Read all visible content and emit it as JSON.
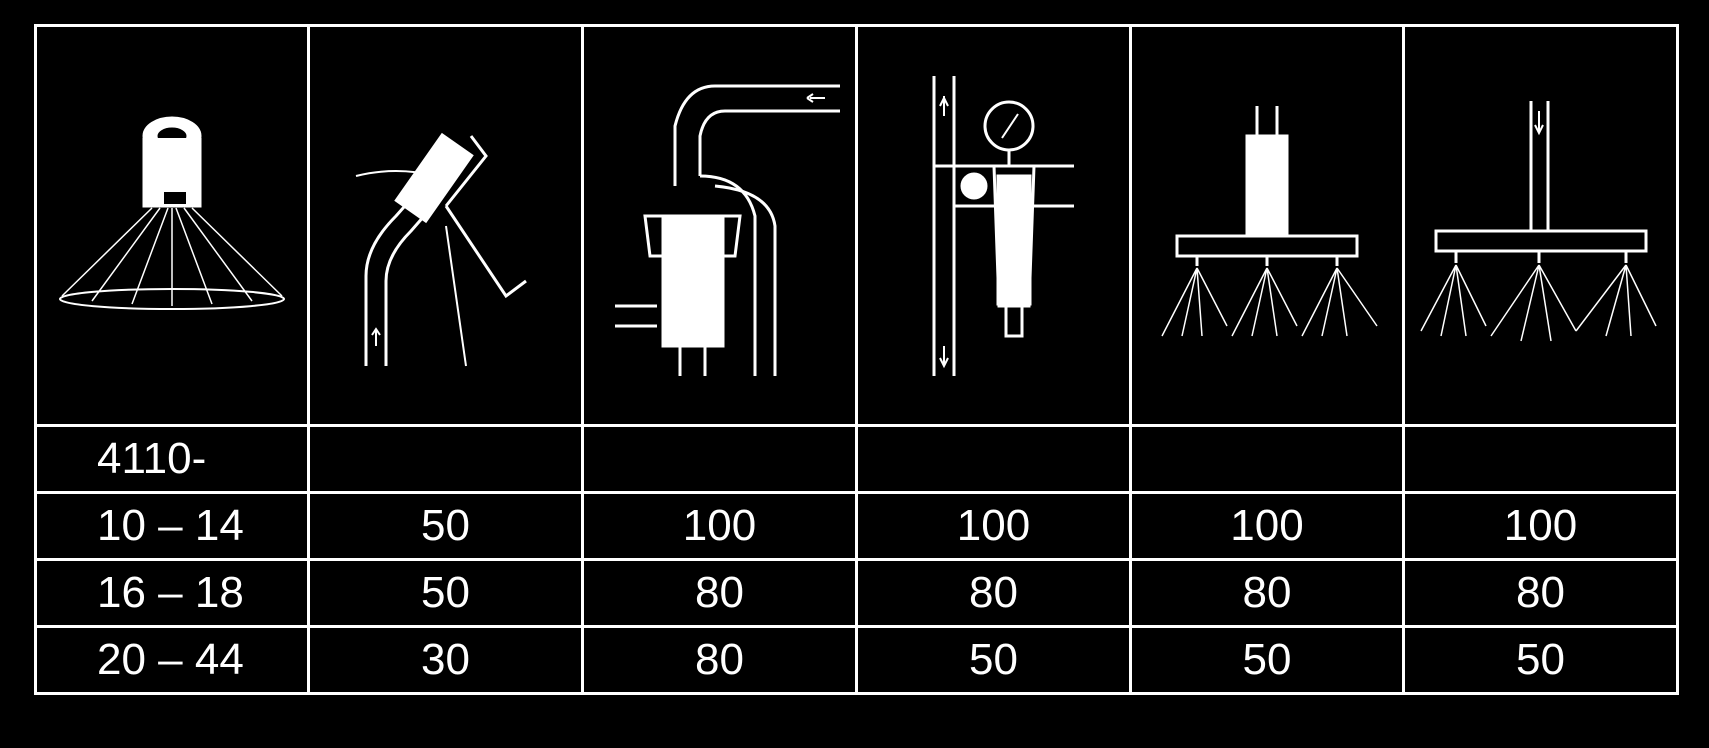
{
  "table": {
    "header_label": "4110-",
    "rows": [
      [
        "10 – 14",
        "50",
        "100",
        "100",
        "100",
        "100"
      ],
      [
        "16 – 18",
        "50",
        "80",
        "80",
        "80",
        "80"
      ],
      [
        "20 – 44",
        "30",
        "80",
        "50",
        "50",
        "50"
      ]
    ]
  },
  "icons": [
    "spray-nozzle-icon",
    "inline-strainer-icon",
    "suction-filter-icon",
    "pressure-line-filter-icon",
    "boom-filter-icon",
    "boom-no-filter-icon"
  ],
  "colors": {
    "background": "#000000",
    "line": "#ffffff"
  }
}
